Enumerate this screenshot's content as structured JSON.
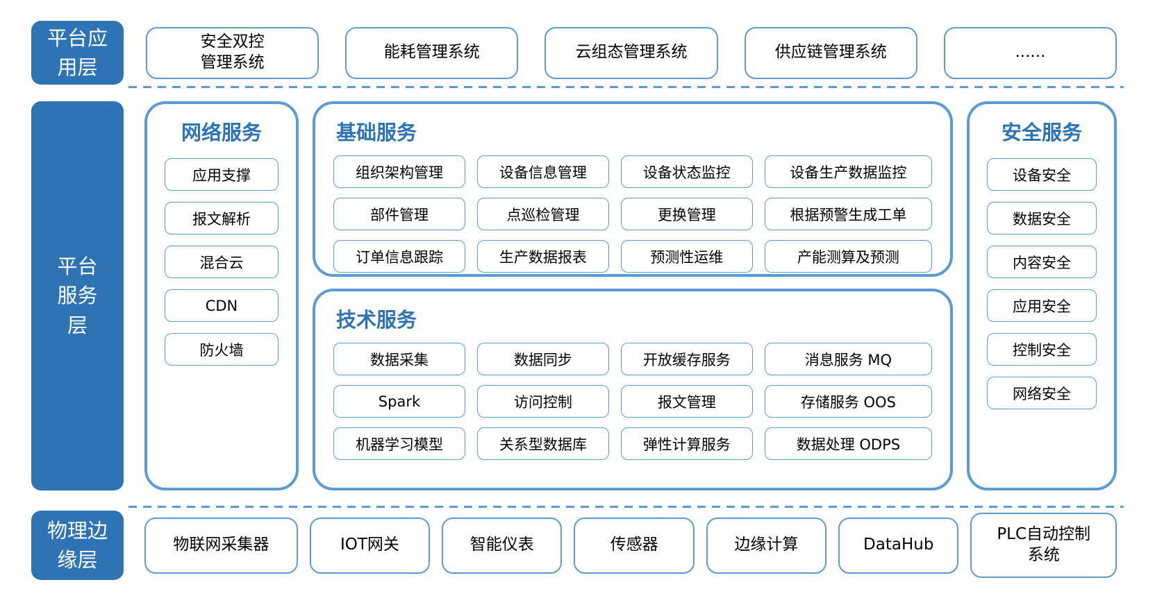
{
  "colors": {
    "primary_fill": "#2E74B5",
    "border_blue": "#5B9BD5",
    "group_title_text": "#2E74B5",
    "item_text": "#000000",
    "background": "#FFFFFF"
  },
  "app_layer": {
    "label": [
      "平台应",
      "用层"
    ],
    "boxes": [
      [
        "安全双控",
        "管理系统"
      ],
      [
        "能耗管理系统"
      ],
      [
        "云组态管理系统"
      ],
      [
        "供应链管理系统"
      ],
      [
        "......"
      ]
    ]
  },
  "service_layer": {
    "label": [
      "平台",
      "服务",
      "层"
    ],
    "network": {
      "title": "网络服务",
      "items": [
        "应用支撑",
        "报文解析",
        "混合云",
        "CDN",
        "防火墙"
      ]
    },
    "basic": {
      "title": "基础服务",
      "items": [
        "组织架构管理",
        "设备信息管理",
        "设备状态监控",
        "设备生产数据监控",
        "部件管理",
        "点巡检管理",
        "更换管理",
        "根据预警生成工单",
        "订单信息跟踪",
        "生产数据报表",
        "预测性运维",
        "产能测算及预测"
      ]
    },
    "tech": {
      "title": "技术服务",
      "items": [
        "数据采集",
        "数据同步",
        "开放缓存服务",
        "消息服务 MQ",
        "Spark",
        "访问控制",
        "报文管理",
        "存储服务 OOS",
        "机器学习模型",
        "关系型数据库",
        "弹性计算服务",
        "数据处理 ODPS"
      ]
    },
    "security": {
      "title": "安全服务",
      "items": [
        "设备安全",
        "数据安全",
        "内容安全",
        "应用安全",
        "控制安全",
        "网络安全"
      ]
    }
  },
  "edge_layer": {
    "label": [
      "物理边",
      "缘层"
    ],
    "boxes": [
      [
        "物联网采集器"
      ],
      [
        "IOT网关"
      ],
      [
        "智能仪表"
      ],
      [
        "传感器"
      ],
      [
        "边缘计算"
      ],
      [
        "DataHub"
      ],
      [
        "PLC自动控制",
        "系统"
      ]
    ]
  }
}
